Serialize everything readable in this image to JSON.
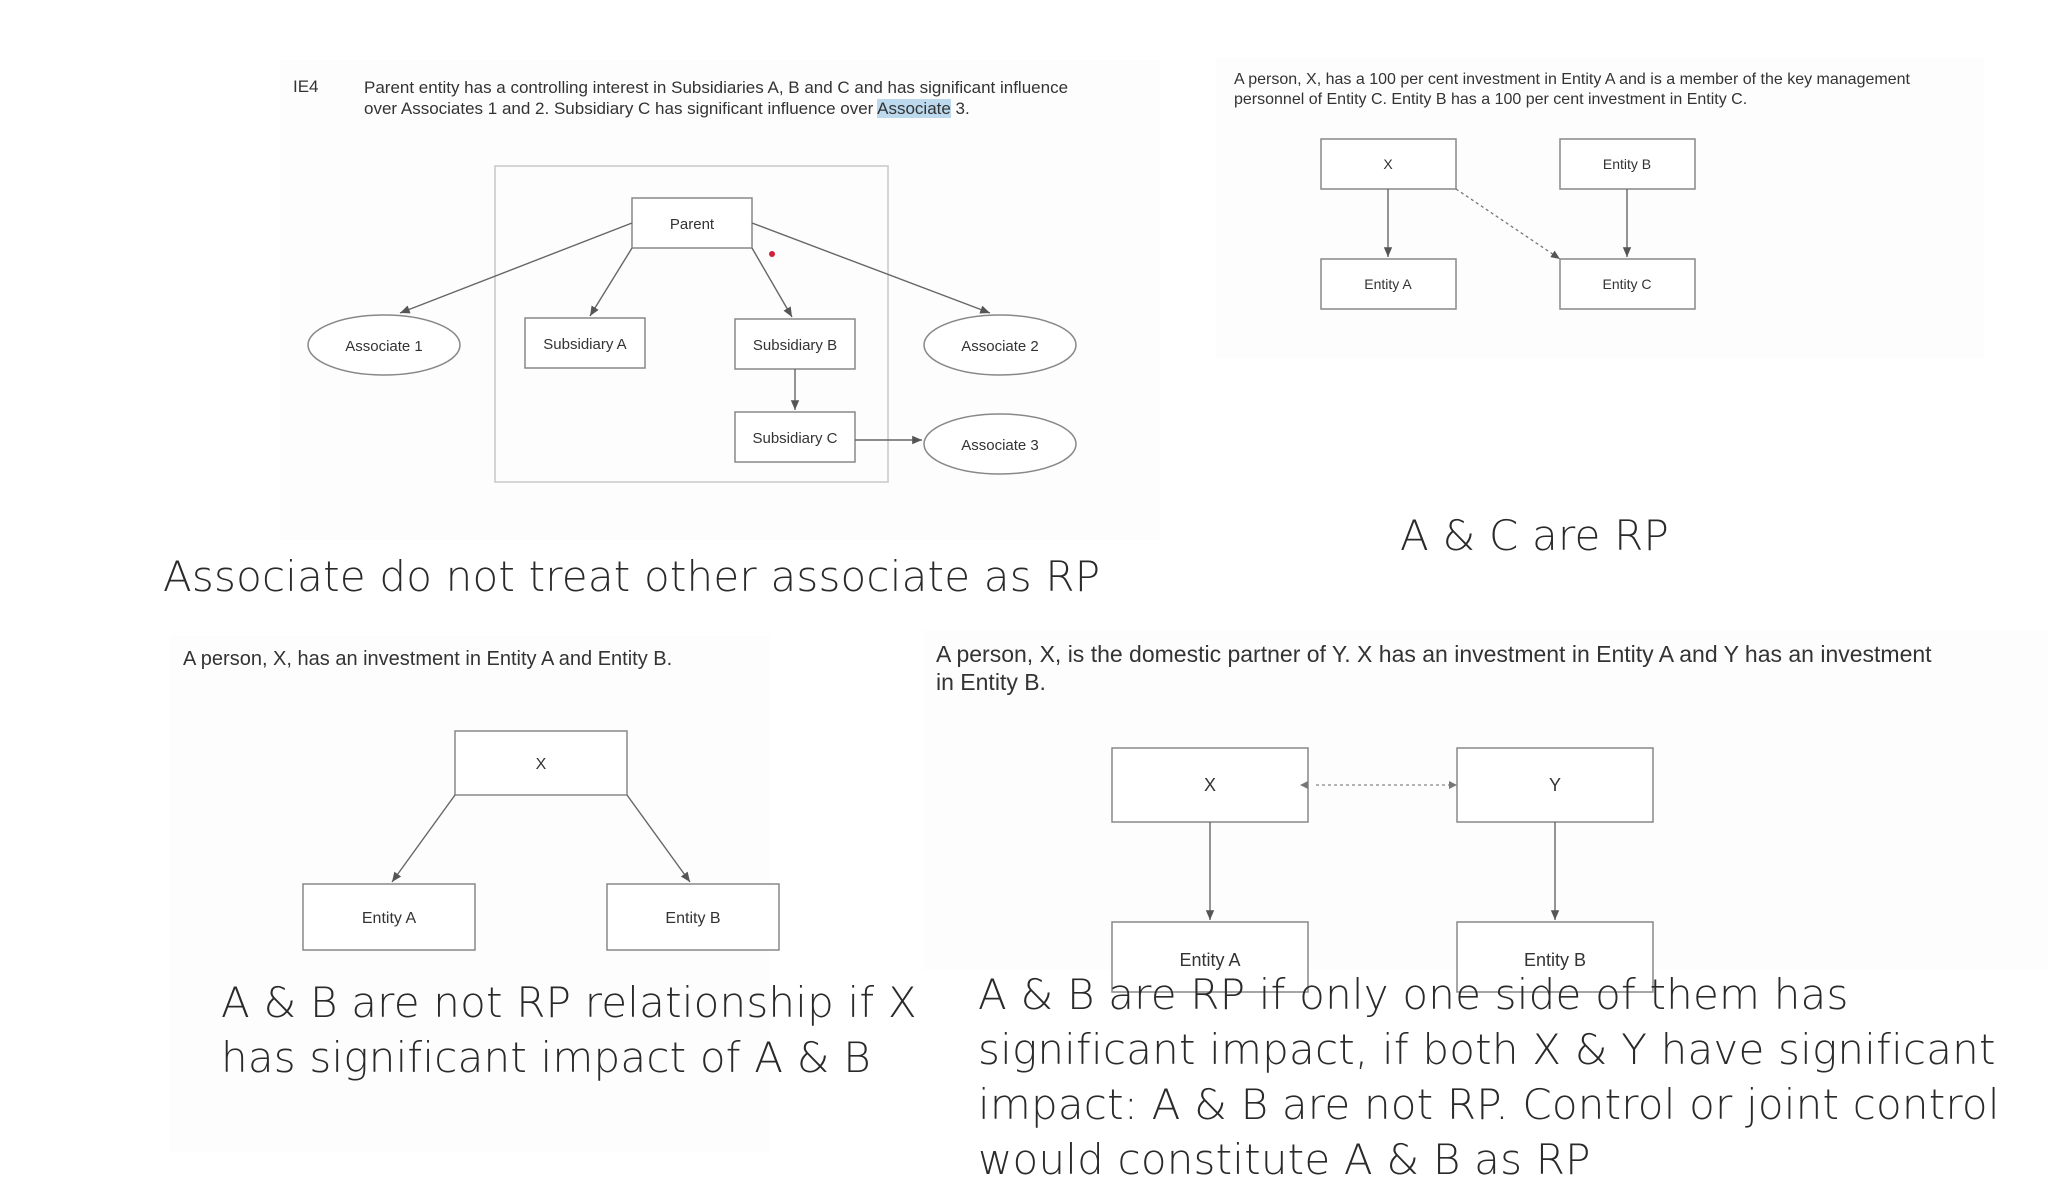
{
  "example_ie4": {
    "tag": "IE4",
    "caption_line1": "Parent entity has a controlling interest in Subsidiaries A, B and C and has significant influence",
    "caption_line2_pre": "over Associates 1 and 2. Subsidiary C has significant influence over ",
    "caption_line2_highlight": "Associate",
    "caption_line2_post": " 3.",
    "nodes": {
      "parent": "Parent",
      "associate1": "Associate 1",
      "associate2": "Associate 2",
      "associate3": "Associate 3",
      "subsidiary_a": "Subsidiary A",
      "subsidiary_b": "Subsidiary B",
      "subsidiary_c": "Subsidiary C"
    },
    "note": "Associate do not treat other associate as RP"
  },
  "example_key_management": {
    "caption_line1": "A person, X, has a 100 per cent investment in Entity A and is a member of the key management",
    "caption_line2": "personnel of Entity C. Entity B has a 100 per cent investment in Entity C.",
    "nodes": {
      "x": "X",
      "entity_b": "Entity B",
      "entity_a": "Entity A",
      "entity_c": "Entity C"
    },
    "note": "A & C are RP"
  },
  "example_investor": {
    "caption": "A person, X, has an investment in Entity A and Entity B.",
    "nodes": {
      "x": "X",
      "entity_a": "Entity A",
      "entity_b": "Entity B"
    },
    "note_line1": "A & B are not RP relationship if X",
    "note_line2": "has significant impact of A & B"
  },
  "example_domestic_partner": {
    "caption_line1": "A person, X, is the domestic partner of Y. X has an investment in Entity A and Y has an investment",
    "caption_line2": "in Entity B.",
    "nodes": {
      "x": "X",
      "y": "Y",
      "entity_a": "Entity A",
      "entity_b": "Entity B"
    },
    "note_line1": "A & B are RP if only one side of them has",
    "note_line2": "significant impact, if both X & Y have significant",
    "note_line3": "impact: A & B are not RP. Control or joint control",
    "note_line4": "would constitute A & B as RP"
  },
  "colors": {
    "background": "#ffffff",
    "diagram_stroke": "#888888",
    "highlight": "#bcd9ee",
    "marker_dot": "#d0203a"
  }
}
